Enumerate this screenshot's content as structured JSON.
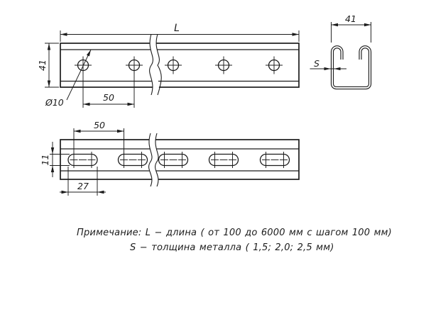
{
  "colors": {
    "background": "#ffffff",
    "line": "#1c1c1c"
  },
  "views": {
    "top_view": {
      "length_label": "L",
      "height_label": "41",
      "hole_spacing_label": "50",
      "hole_diameter_label": "Ø10"
    },
    "section_view": {
      "width_label": "41",
      "thickness_label": "S"
    },
    "bottom_view": {
      "slot_spacing_label": "50",
      "slot_height_label": "11",
      "slot_length_label": "27"
    }
  },
  "note": {
    "line1": "Примечание: L − длина ( от 100 до 6000 мм с шагом 100 мм)",
    "line2": "S − толщина металла ( 1,5; 2,0; 2,5 мм)"
  }
}
